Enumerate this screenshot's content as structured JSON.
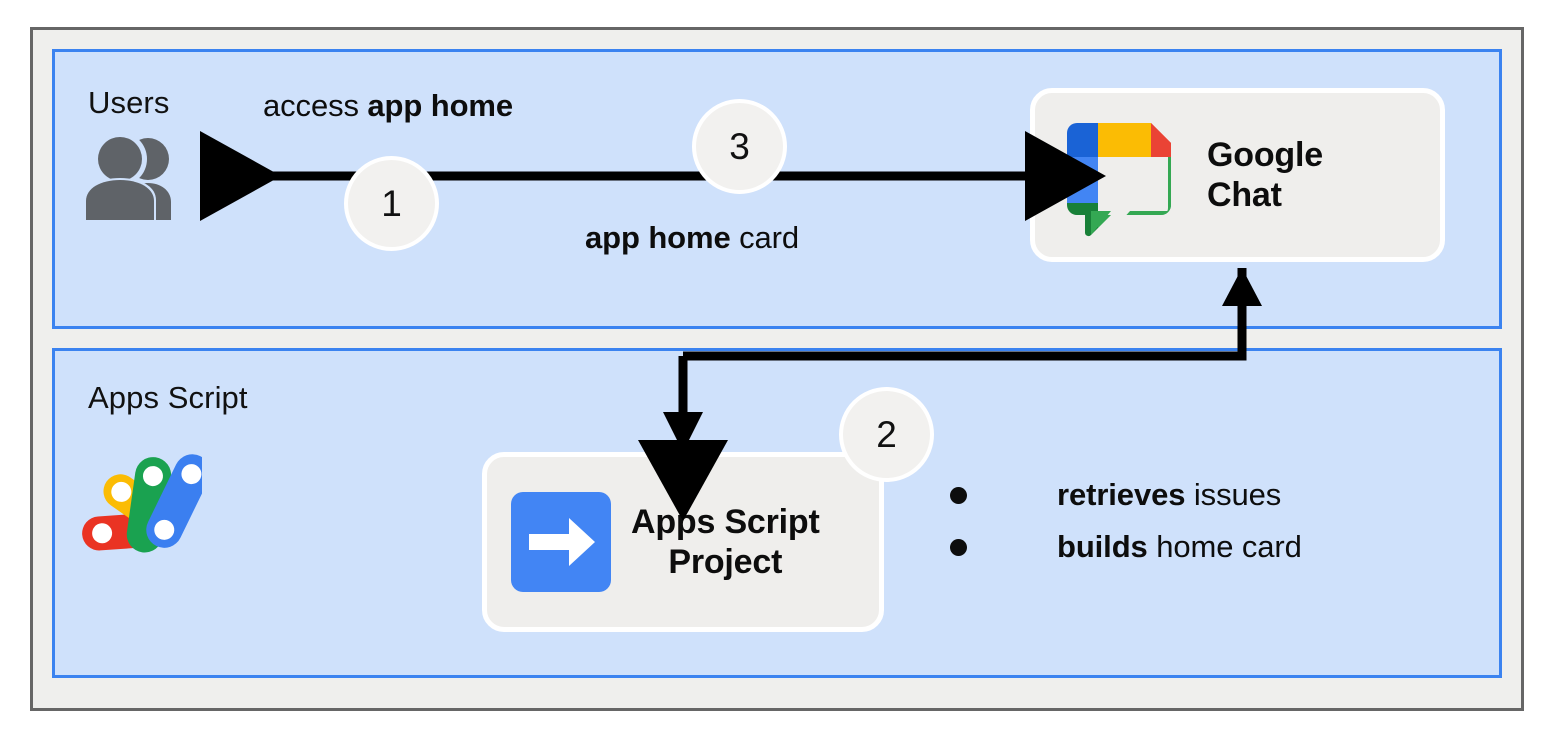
{
  "diagram": {
    "title": "Google Chat app home flow with Apps Script",
    "outer_frame_color": "#666666",
    "lane_fill": "#cfe1fb",
    "lane_border": "#3b83f0"
  },
  "lanes": [
    {
      "id": "users",
      "title": "Users"
    },
    {
      "id": "apps-script",
      "title": "Apps Script"
    }
  ],
  "nodes": [
    {
      "id": "google-chat",
      "label_line1": "Google",
      "label_line2": "Chat",
      "icon": "google-chat-logo"
    },
    {
      "id": "apps-script-project",
      "label_line1": "Apps Script",
      "label_line2": "Project",
      "icon": "apps-script-project-icon"
    }
  ],
  "edge_labels": {
    "access_prefix": "access ",
    "access_bold": "app home",
    "card_bold": "app home",
    "card_suffix": " card"
  },
  "steps": [
    {
      "number": "1"
    },
    {
      "number": "2"
    },
    {
      "number": "3"
    }
  ],
  "bullets": [
    {
      "bold": "retrieves",
      "rest": " issues"
    },
    {
      "bold": "builds",
      "rest": " home card"
    }
  ],
  "colors": {
    "google_blue_dark": "#1a63d6",
    "google_blue": "#4285f4",
    "google_yellow": "#fbbc04",
    "google_red": "#ea4335",
    "google_green": "#34a853",
    "google_green_dark": "#188038",
    "project_blue": "#4285f4",
    "users_gray": "#5f6368",
    "arrow_black": "#000000"
  }
}
